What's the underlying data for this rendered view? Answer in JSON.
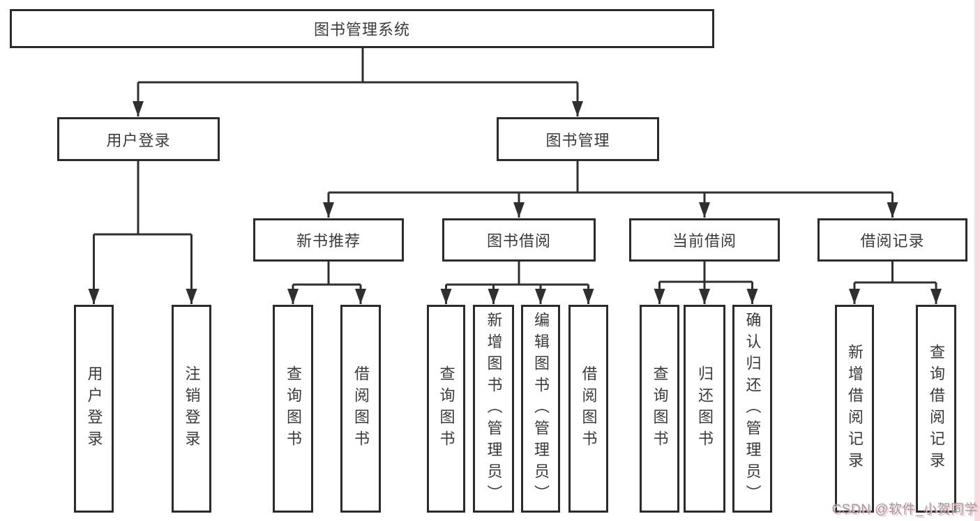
{
  "tree": {
    "root": {
      "label": "图书管理系统"
    },
    "branches": [
      {
        "label": "用户登录",
        "children": [
          {
            "label": "用户登录"
          },
          {
            "label": "注销登录"
          }
        ]
      },
      {
        "label": "图书管理",
        "groups": [
          {
            "label": "新书推荐",
            "children": [
              {
                "label": "查询图书"
              },
              {
                "label": "借阅图书"
              }
            ]
          },
          {
            "label": "图书借阅",
            "children": [
              {
                "label": "查询图书"
              },
              {
                "label": "新增图书（管理员）"
              },
              {
                "label": "编辑图书（管理员）"
              },
              {
                "label": "借阅图书"
              }
            ]
          },
          {
            "label": "当前借阅",
            "children": [
              {
                "label": "查询图书"
              },
              {
                "label": "归还图书"
              },
              {
                "label": "确认归还（管理员）"
              }
            ]
          },
          {
            "label": "借阅记录",
            "children": [
              {
                "label": "新增借阅记录"
              },
              {
                "label": "查询借阅记录"
              }
            ]
          }
        ]
      }
    ]
  },
  "watermark": {
    "text": "CSDN @软件_小贺同学"
  },
  "colors": {
    "background": "#ffffff",
    "line": "#2f2f2f",
    "box_border": "#2b2b2b",
    "text": "#3a3a3a",
    "watermark_text": "#9e9e9e",
    "watermark_shadow": "#f6bfc9",
    "right_edge_strip": "#f9dce1"
  }
}
